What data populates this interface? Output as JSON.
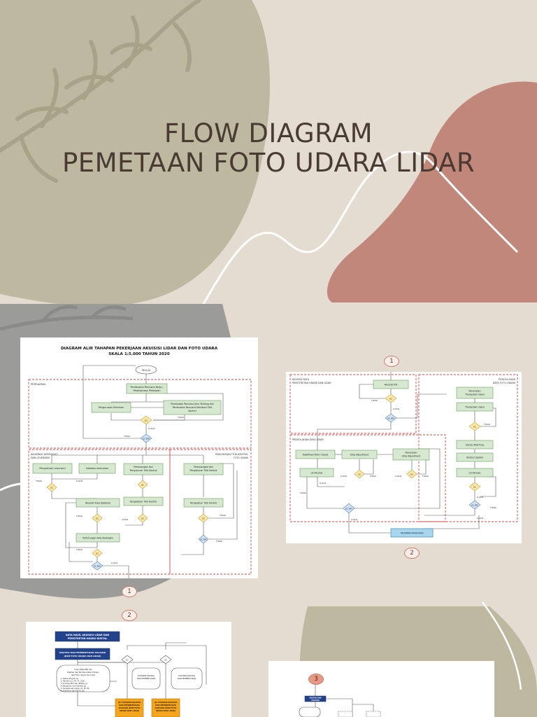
{
  "slide": {
    "title_line1": "FLOW DIAGRAM",
    "title_line2": "PEMETAAN FOTO UDARA LIDAR",
    "colors": {
      "background": "#e4dbd1",
      "olive_blob": "#bfb8a1",
      "terracotta_blob": "#c0877a",
      "slate_blob": "#9b9c9a",
      "title_text": "#4a3b32"
    }
  },
  "diagram_main": {
    "title_line1": "DIAGRAM ALIR TAHAPAN PEKERJAAN AKUISISI LIDAR DAN FOTO UDARA",
    "title_line2": "SKALA 1:5.000 TAHUN 2020",
    "start_label": "MULAI",
    "section_persiapan": "PERSIAPAN",
    "box_rencana_kerja_line1": "Pembuatan Rencana Kerja /",
    "box_rencana_kerja_line2": "Pelaksanaan Pekerjaan",
    "box_pengurusan": "Pengurusan Perizinan",
    "box_jalur_terbang_line1": "Pembuatan Rencana Jalur Terbang dan",
    "box_jalur_terbang_line2": "Pembuatan Rencana Distribusi Titik",
    "box_jalur_terbang_line3": "Kontrol",
    "lulus": "LULUS",
    "tidak": "TIDAK",
    "qc_label": "QC",
    "qc_bps": "QC BPS",
    "section_kalibrasi_line1": "KALIBRASI BORESIGHT",
    "section_kalibrasi_line2": "DAN LEVERARM",
    "section_pengukuran_line1": "PENGUKURAN TITIK KONTROL",
    "section_pengukuran_line2": "FOTO UDARA",
    "box_leverarm": "Pengukuran Leverarm",
    "box_instalasi": "Instalasi Instrumen",
    "box_pemasangan_line1": "Pemasangan dan",
    "box_pemasangan_line2": "Pengukuran Titik Kontrol",
    "box_pemasangan_tk_line1": "Pemasangan dan",
    "box_pemasangan_tk_line2": "Pengukuran Titik Kontrol",
    "box_akuisisi_kalibrasi": "Akuisisi Area Kalibrasi",
    "box_pengolahan_tk": "Pengolahan Titik Kontrol",
    "box_pengolahan_tk2": "Pengolahan Titik Kontrol",
    "box_perhitungan": "Perhitungan Nilai Boresight",
    "marker_bottom": "1"
  },
  "diagram_right": {
    "marker_top": "1",
    "marker_bottom": "2",
    "section_akuisisi_line1": "AKUISISI DATA",
    "section_akuisisi_line2": "PEMOTRETAN UDARA DAN LIDAR",
    "section_pengolahan_foto_line1": "PENGOLAHAN",
    "section_pengolahan_foto_line2": "DATA FOTO UDARA",
    "section_pengolahan_lidar": "PENGOLAHAN DATA LIDAR",
    "box_akuisisi_kti": "Akuisisi KTI",
    "box_penerapan_line1": "Penerapan",
    "box_penerapan_line2": "Triangulasi Udara",
    "box_triangulasi": "Triangulasi Udara",
    "box_dense": "Dense Matching",
    "box_koreksi": "Koreksi Spatial",
    "box_klasifikasi": "Klasifikasi Point Clouds",
    "box_strip": "Strip Adjustment",
    "box_penerapan_strip_line1": "Penerapan",
    "box_penerapan_strip_line2": "Strip Adjustment",
    "box_uji_akurasi": "Uji Akurasi",
    "box_uji_akurasi2": "Uji Akurasi",
    "box_tahapan": "TAHAPAN PEMETAAN",
    "lulus": "LULUS",
    "tidak": "TIDAK",
    "qc": "QC",
    "qc_bps": "QC BPS"
  },
  "diagram_bottom_left": {
    "marker_top": "2",
    "box_data_line1": "DATA HASIL AKUISISI LIDAR DAN",
    "box_data_line2": "PEMOTRETAN UDARA DIGITAL",
    "box_digitasi_line1": "DIGITASI DAN PEMBENTUKAN POLIGON",
    "box_digitasi_line2": "(DSM FOTO UDARA DAN LIDAR)",
    "note_title_line1": "Unsur Peta RBI dan",
    "note_title_line2": "Digitasi dan Pembentukan Poligon",
    "note_title_line3": "dari Foto Udara dan Lidar",
    "note_item1": "1. Batas Wilayah (x)",
    "note_item2": "2. Perairan (y), PT, TL, (LB)",
    "note_item3": "3. Transportasi dan Utilitas (u)",
    "note_item4": "4. Bangunan dan Fasilitas (z)",
    "note_item5": "5. Penggunaan Lahan (x), PL (N)",
    "note_item6": "6. Toponimi (LB) DKI PL (N)",
    "diamond_qc1": "QC",
    "diamond_qc2": "QC",
    "note_mid_line1": "TAHAPAN DIGITASI",
    "note_mid_line2": "DAN PEMBENTUKAN",
    "note_right_line1": "TAHAPAN DIGITASI",
    "note_right_line2": "DAN PEMBENTUKAN",
    "box_orange1_line1": "QC TAHAPAN DIGITASI",
    "box_orange1_line2": "DAN PEMBENTUKAN",
    "box_orange1_line3": "POLIGON (DSM FOTO",
    "box_orange1_line4": "UDARA DAN LIDAR)",
    "box_orange2_line1": "QC TAHAPAN DIGITASI",
    "box_orange2_line2": "DAN PEMBENTUKAN",
    "box_orange2_line3": "POLIGON (DSM FOTO",
    "box_orange2_line4": "UDARA DAN LIDAR)"
  },
  "diagram_bottom_right": {
    "marker_top": "3",
    "box_top_line1": "DIGITASI DAN",
    "box_top_line2": "POLIGON"
  }
}
